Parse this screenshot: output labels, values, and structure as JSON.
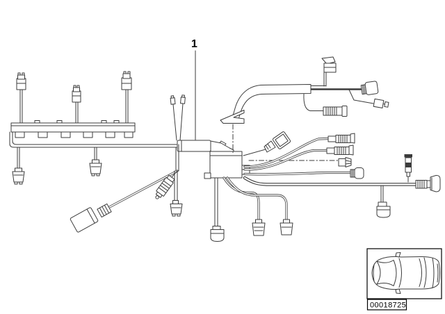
{
  "page": {
    "background": "#ffffff",
    "line_color": "#3b3b3b"
  },
  "diagram": {
    "type": "parts-diagram",
    "subject": "engine-wiring-harness-drawing",
    "callout_label": "1"
  },
  "thumbnail": {
    "icon": "car-top-view-icon",
    "part_number": "00018725"
  }
}
